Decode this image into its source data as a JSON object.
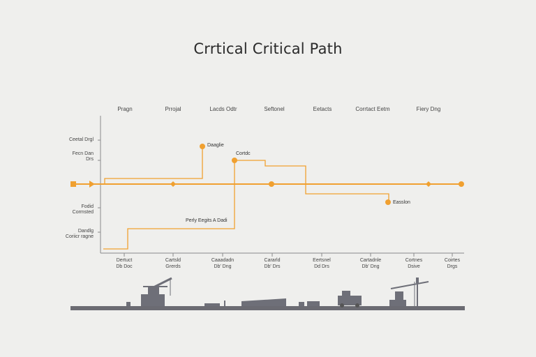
{
  "title": "Crrtical Critical Path",
  "phases": [
    {
      "label": "Pragn"
    },
    {
      "label": "Prrojal"
    },
    {
      "label": "Lacds Odtr"
    },
    {
      "label": "Seftonel"
    },
    {
      "label": "Eetacts"
    },
    {
      "label": "Corrtact Eetm"
    },
    {
      "label": "Fiery Dng"
    }
  ],
  "y_labels": [
    {
      "text": "Ceetal Drgl"
    },
    {
      "text": "Fecn Dan\nDrs"
    },
    {
      "text": "Fodid\nCormsted"
    },
    {
      "text": "Dandlg\nCoriicr ragne"
    }
  ],
  "x_labels": [
    {
      "text": "Dertuct\nDb Doc"
    },
    {
      "text": "Cartsld\nGrerds"
    },
    {
      "text": "Caaadadn\nDb' Dng"
    },
    {
      "text": "Cararld\nDb' Drs"
    },
    {
      "text": "Eertsnel\nDd Drs"
    },
    {
      "text": "Cartadnle\nDb' Dng"
    },
    {
      "text": "Cortnes\nDsive"
    },
    {
      "text": "Coirtes\nDrgs"
    }
  ],
  "node_labels": {
    "douglas": "Daaglie",
    "contact": "Cortdc",
    "emission": "Easslon",
    "party": "Perly Eegits A Dadi"
  },
  "colors": {
    "accent": "#f0a030",
    "axis": "#888888",
    "ground": "#6b6b72",
    "machinery": "#6e6f78"
  }
}
